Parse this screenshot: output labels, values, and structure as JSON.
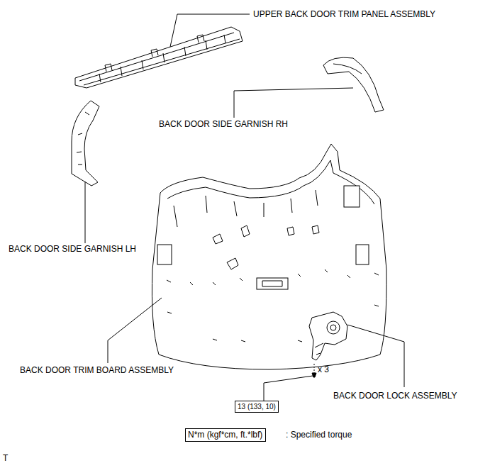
{
  "diagram": {
    "nodes": [
      {
        "text": [
          "13 (133, 10)"
        ]
      },
      {
        "text": [
          "N*m (kgf*cm, ft.*lbf)"
        ]
      }
    ],
    "labels": [
      "UPPER BACK DOOR TRIM PANEL ASSEMBLY",
      "BACK DOOR SIDE GARNISH RH",
      "BACK DOOR SIDE GARNISH LH",
      "BACK DOOR TRIM BOARD ASSEMBLY",
      "BACK DOOR LOCK ASSEMBLY",
      "x 3",
      ": Specified torque",
      "T"
    ]
  }
}
